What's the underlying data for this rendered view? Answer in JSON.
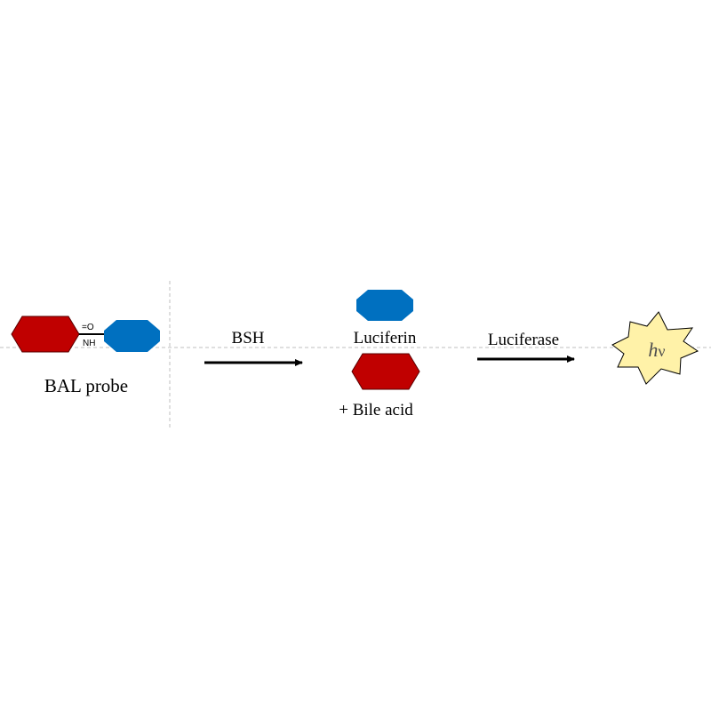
{
  "probe": {
    "label": "BAL probe",
    "carbonyl": "=O",
    "amide": "NH"
  },
  "step1": {
    "enzyme": "BSH"
  },
  "products": {
    "luciferin": "Luciferin",
    "bile_acid": "+ Bile acid"
  },
  "step2": {
    "enzyme": "Luciferase"
  },
  "light": {
    "h": "h",
    "nu": "ν"
  },
  "colors": {
    "bile_acid_fill": "#c00000",
    "luciferin_fill": "#0070c0",
    "light_fill": "#fff2a8",
    "guide_line": "#bfbfbf",
    "arrow": "#000000"
  }
}
